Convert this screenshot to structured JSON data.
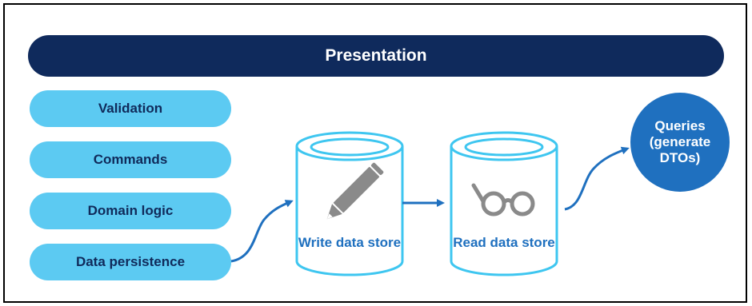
{
  "colors": {
    "navy": "#0f2a5c",
    "light_blue": "#5ccaf2",
    "cyan_stroke": "#3ec6f0",
    "blue": "#1f70bf",
    "gray_icon": "#8a8a8a"
  },
  "top_bar": {
    "label": "Presentation"
  },
  "left_stack": [
    {
      "label": "Validation"
    },
    {
      "label": "Commands"
    },
    {
      "label": "Domain logic"
    },
    {
      "label": "Data persistence"
    }
  ],
  "stores": [
    {
      "label": "Write data store",
      "icon": "pencil-icon"
    },
    {
      "label": "Read data store",
      "icon": "glasses-icon"
    }
  ],
  "queries": {
    "label": "Queries (generate DTOs)"
  }
}
